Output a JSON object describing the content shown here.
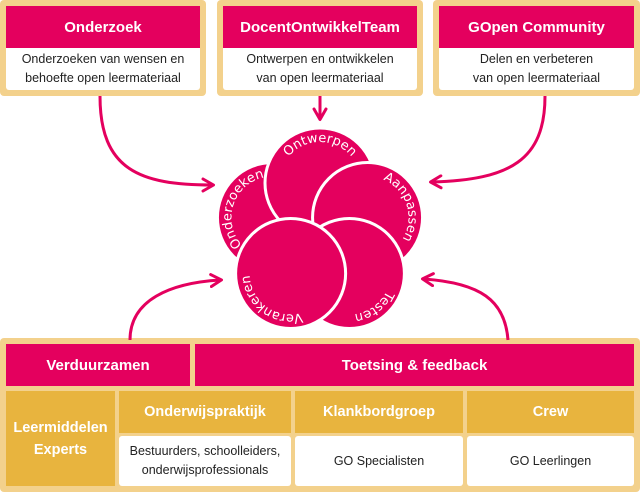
{
  "colors": {
    "primary": "#e4005e",
    "gold": "#e8b43e",
    "frame": "#f3d18c",
    "white": "#ffffff"
  },
  "top_boxes": [
    {
      "title": "Onderzoek",
      "desc": [
        "Onderzoeken van wensen en",
        "behoefte open leermateriaal"
      ]
    },
    {
      "title": "DocentOntwikkelTeam",
      "desc": [
        "Ontwerpen en ontwikkelen",
        "van open leermateriaal"
      ]
    },
    {
      "title": "GOpen Community",
      "desc": [
        "Delen en verbeteren",
        "van open leermateriaal"
      ]
    }
  ],
  "cycle": {
    "petals": [
      "Ontwerpen",
      "Aanpassen",
      "Testen",
      "Verankeren",
      "Onderzoeken"
    ]
  },
  "bottom": {
    "bands": [
      "Verduurzamen",
      "Toetsing & feedback"
    ],
    "groups": [
      {
        "title": [
          "Leermiddelen",
          "Experts"
        ]
      },
      {
        "title": [
          "Onderwijspraktijk"
        ],
        "desc": [
          "Bestuurders, schoolleiders,",
          "onderwijsprofessionals"
        ]
      },
      {
        "title": [
          "Klankbordgroep"
        ],
        "desc": [
          "GO Specialisten"
        ]
      },
      {
        "title": [
          "Crew"
        ],
        "desc": [
          "GO Leerlingen"
        ]
      }
    ]
  }
}
